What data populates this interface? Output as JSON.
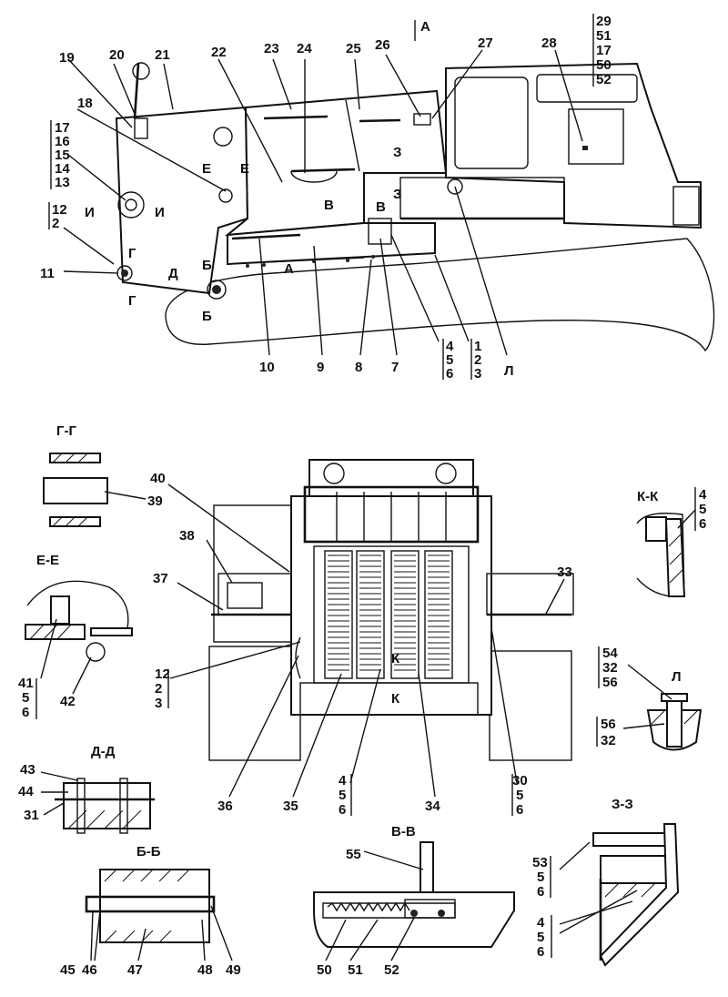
{
  "labels": {
    "n1": "1",
    "n2": "2",
    "n3": "3",
    "n4": "4",
    "n5": "5",
    "n6": "6",
    "n7": "7",
    "n8": "8",
    "n9": "9",
    "n10": "10",
    "n11": "11",
    "n12": "12",
    "n13": "13",
    "n14": "14",
    "n15": "15",
    "n16": "16",
    "n17": "17",
    "n18": "18",
    "n19": "19",
    "n20": "20",
    "n21": "21",
    "n22": "22",
    "n23": "23",
    "n24": "24",
    "n25": "25",
    "n26": "26",
    "n27": "27",
    "n28": "28",
    "n29": "29",
    "n30": "30",
    "n31": "31",
    "n32": "32",
    "n33": "33",
    "n34": "34",
    "n35": "35",
    "n36": "36",
    "n37": "37",
    "n38": "38",
    "n39": "39",
    "n40": "40",
    "n41": "41",
    "n42": "42",
    "n43": "43",
    "n44": "44",
    "n45": "45",
    "n46": "46",
    "n47": "47",
    "n48": "48",
    "n49": "49",
    "n50": "50",
    "n51": "51",
    "n52": "52",
    "n53": "53",
    "n54": "54",
    "n55": "55",
    "n56": "56"
  },
  "markers": {
    "A": "А",
    "B": "Б",
    "V": "В",
    "G": "Г",
    "D": "Д",
    "E": "Е",
    "Z": "З",
    "I": "И",
    "K": "К",
    "L": "Л"
  },
  "sections": {
    "gg": "Г-Г",
    "ee": "Е-Е",
    "dd": "Д-Д",
    "bb": "Б-Б",
    "vv": "В-В",
    "zz": "З-З",
    "kk": "К-К",
    "l": "Л"
  }
}
